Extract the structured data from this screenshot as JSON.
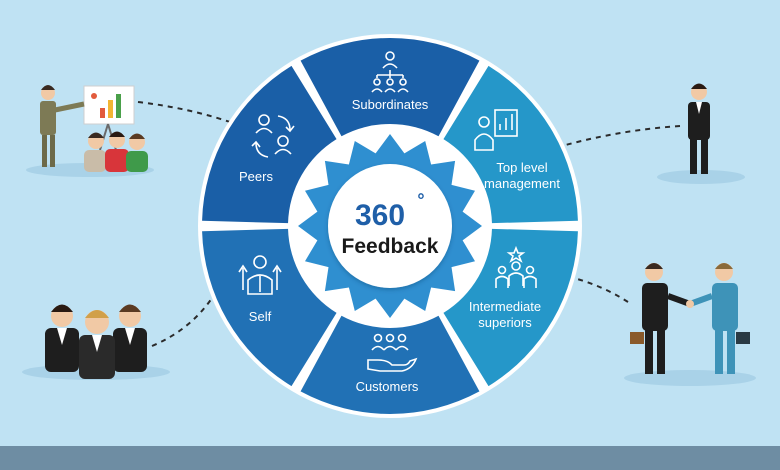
{
  "center": {
    "number": "360",
    "degree": "°",
    "word": "Feedback"
  },
  "segments": [
    {
      "id": "subordinates",
      "line1": "Subordinates",
      "line2": "",
      "icon": "org-chart-icon",
      "color": "#1a5fa7"
    },
    {
      "id": "top",
      "line1": "Top level",
      "line2": "management",
      "icon": "manager-chart-icon",
      "color": "#2597c9"
    },
    {
      "id": "intermediate",
      "line1": "Intermediate",
      "line2": "superiors",
      "icon": "team-star-icon",
      "color": "#2597c9"
    },
    {
      "id": "customers",
      "line1": "Customers",
      "line2": "",
      "icon": "hand-people-icon",
      "color": "#2171b5"
    },
    {
      "id": "self",
      "line1": "Self",
      "line2": "",
      "icon": "self-growth-icon",
      "color": "#2171b5"
    },
    {
      "id": "peers",
      "line1": "Peers",
      "line2": "",
      "icon": "peers-cycle-icon",
      "color": "#1a5fa7"
    }
  ],
  "colors": {
    "background": "#bfe2f3",
    "footer": "#6e8da3",
    "center_title": "#1f5fa8"
  }
}
